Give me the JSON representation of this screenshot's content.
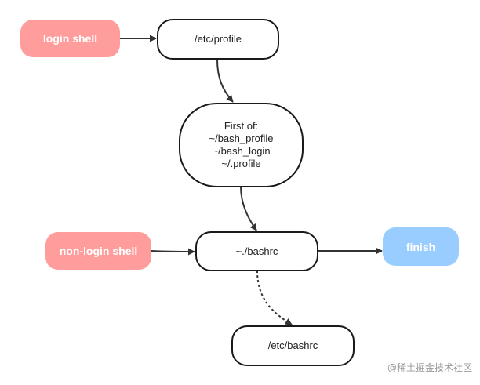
{
  "nodes": {
    "login_shell": "login shell",
    "etc_profile": "/etc/profile",
    "first_of": [
      "First of:",
      "~/bash_profile",
      "~/bash_login",
      "~/.profile"
    ],
    "non_login_shell": "non-login shell",
    "bashrc": "~./bashrc",
    "finish": "finish",
    "etc_bashrc": "/etc/bashrc"
  },
  "colors": {
    "start_node": "#ff9c9c",
    "finish_node": "#99ccff",
    "stroke": "#333333"
  },
  "watermark": "@稀土掘金技术社区"
}
